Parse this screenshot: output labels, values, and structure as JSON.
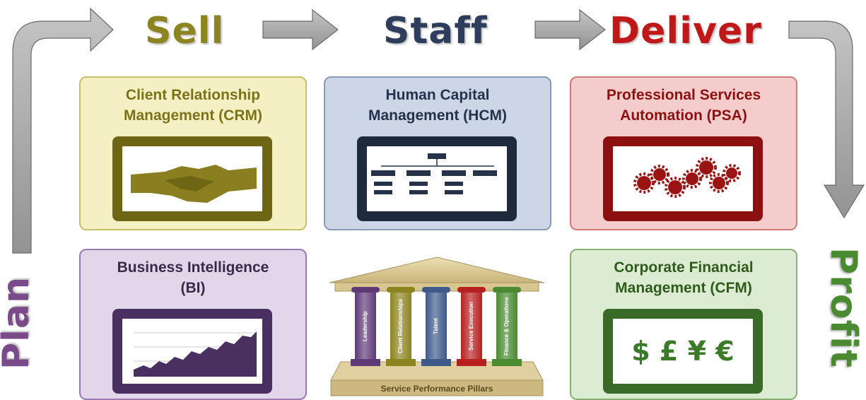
{
  "flow": {
    "plan": "Plan",
    "sell": "Sell",
    "staff": "Staff",
    "deliver": "Deliver",
    "profit": "Profit"
  },
  "colors": {
    "plan": "#7a4a8a",
    "sell": "#8c8420",
    "staff": "#2e3d5c",
    "deliver": "#c01818",
    "profit": "#4a8a30",
    "arrow": "#a6a6a6"
  },
  "cards": {
    "crm": {
      "title_line1": "Client Relationship",
      "title_line2": "Management (CRM)",
      "icon": "handshake-icon"
    },
    "hcm": {
      "title_line1": "Human Capital",
      "title_line2": "Management (HCM)",
      "icon": "org-chart-icon"
    },
    "psa": {
      "title_line1": "Professional Services",
      "title_line2": "Automation (PSA)",
      "icon": "gears-icon"
    },
    "bi": {
      "title_line1": "Business Intelligence",
      "title_line2": "(BI)",
      "icon": "area-chart-icon"
    },
    "cfm": {
      "title_line1": "Corporate Financial",
      "title_line2": "Management (CFM)",
      "icon": "currency-icon",
      "symbols": "$ £ ¥ €"
    }
  },
  "pillars": {
    "base_label": "Service Performance Pillars",
    "columns": [
      {
        "label": "Leadership",
        "color": "#5e3a78"
      },
      {
        "label": "Client Relationships",
        "color": "#8c8420"
      },
      {
        "label": "Talent",
        "color": "#3e5a8a"
      },
      {
        "label": "Service Execution",
        "color": "#b82020"
      },
      {
        "label": "Finance & Operations",
        "color": "#4a8a30"
      }
    ]
  }
}
